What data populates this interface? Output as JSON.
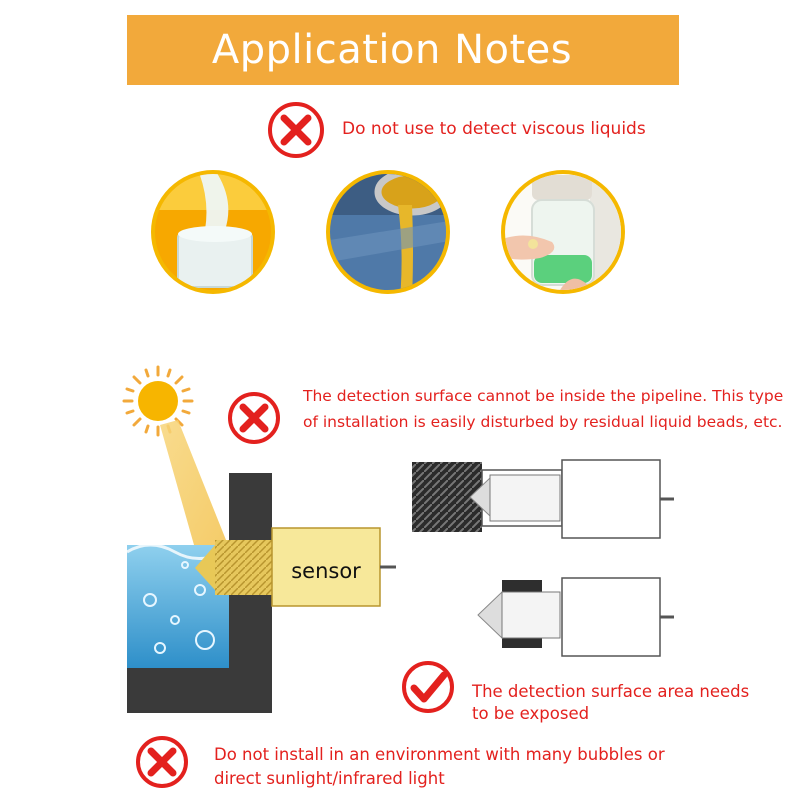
{
  "header": {
    "title": "Application Notes"
  },
  "notes": {
    "viscous": "Do not use to detect viscous liquids",
    "pipeline_line1": "The detection surface cannot be inside the pipeline. This type",
    "pipeline_line2": "of installation is easily disturbed by residual liquid beads, etc.",
    "exposed_line1": "The detection surface area needs",
    "exposed_line2": "to be exposed",
    "bubbles_line1": "Do not install in an environment with many bubbles or",
    "bubbles_line2": "direct sunlight/infrared light"
  },
  "diagram": {
    "sensor_label": "sensor"
  },
  "colors": {
    "banner": "#f2a93b",
    "warning_red": "#e3211e",
    "circle_border": "#f5b800",
    "wall": "#3a3a3a",
    "sensor_body": "#f7e89a",
    "thread": "#d9b94a"
  },
  "icons": [
    "cross-icon",
    "cross-icon",
    "check-icon",
    "cross-icon",
    "sun-icon"
  ]
}
